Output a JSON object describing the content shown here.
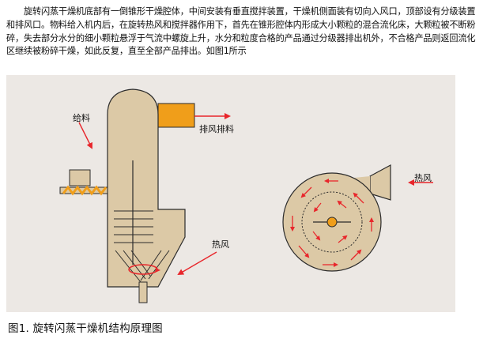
{
  "article": {
    "paragraph": "旋转闪蒸干燥机底部有一倒锥形干燥腔体，中间安装有垂直搅拌装置，干燥机侧面装有切向入风口，顶部设有分级装置和排风口。物料给入机内后，在旋转热风和搅拌器作用下，首先在锥形腔体内形成大小颗粒的混合流化床，大颗粒被不断粉碎，失去部分水分的细小颗粒悬浮于气流中螺旋上升，水分和粒度合格的产品通过分级器排出机外，不合格产品则返回流化区继续被粉碎干燥，如此反复，直至全部产品排出。如图1所示"
  },
  "figure": {
    "labels": {
      "feed": "给料",
      "exhaust": "排风排料",
      "hot_air_left": "热风",
      "hot_air_right": "热风"
    },
    "colors": {
      "background": "#ece8e4",
      "body": "#dcc9a6",
      "outline": "#2b2b2b",
      "orange": "#f09e1a",
      "arrow": "#e8262b"
    },
    "caption": "图1. 旋转闪蒸干燥机结构原理图"
  }
}
